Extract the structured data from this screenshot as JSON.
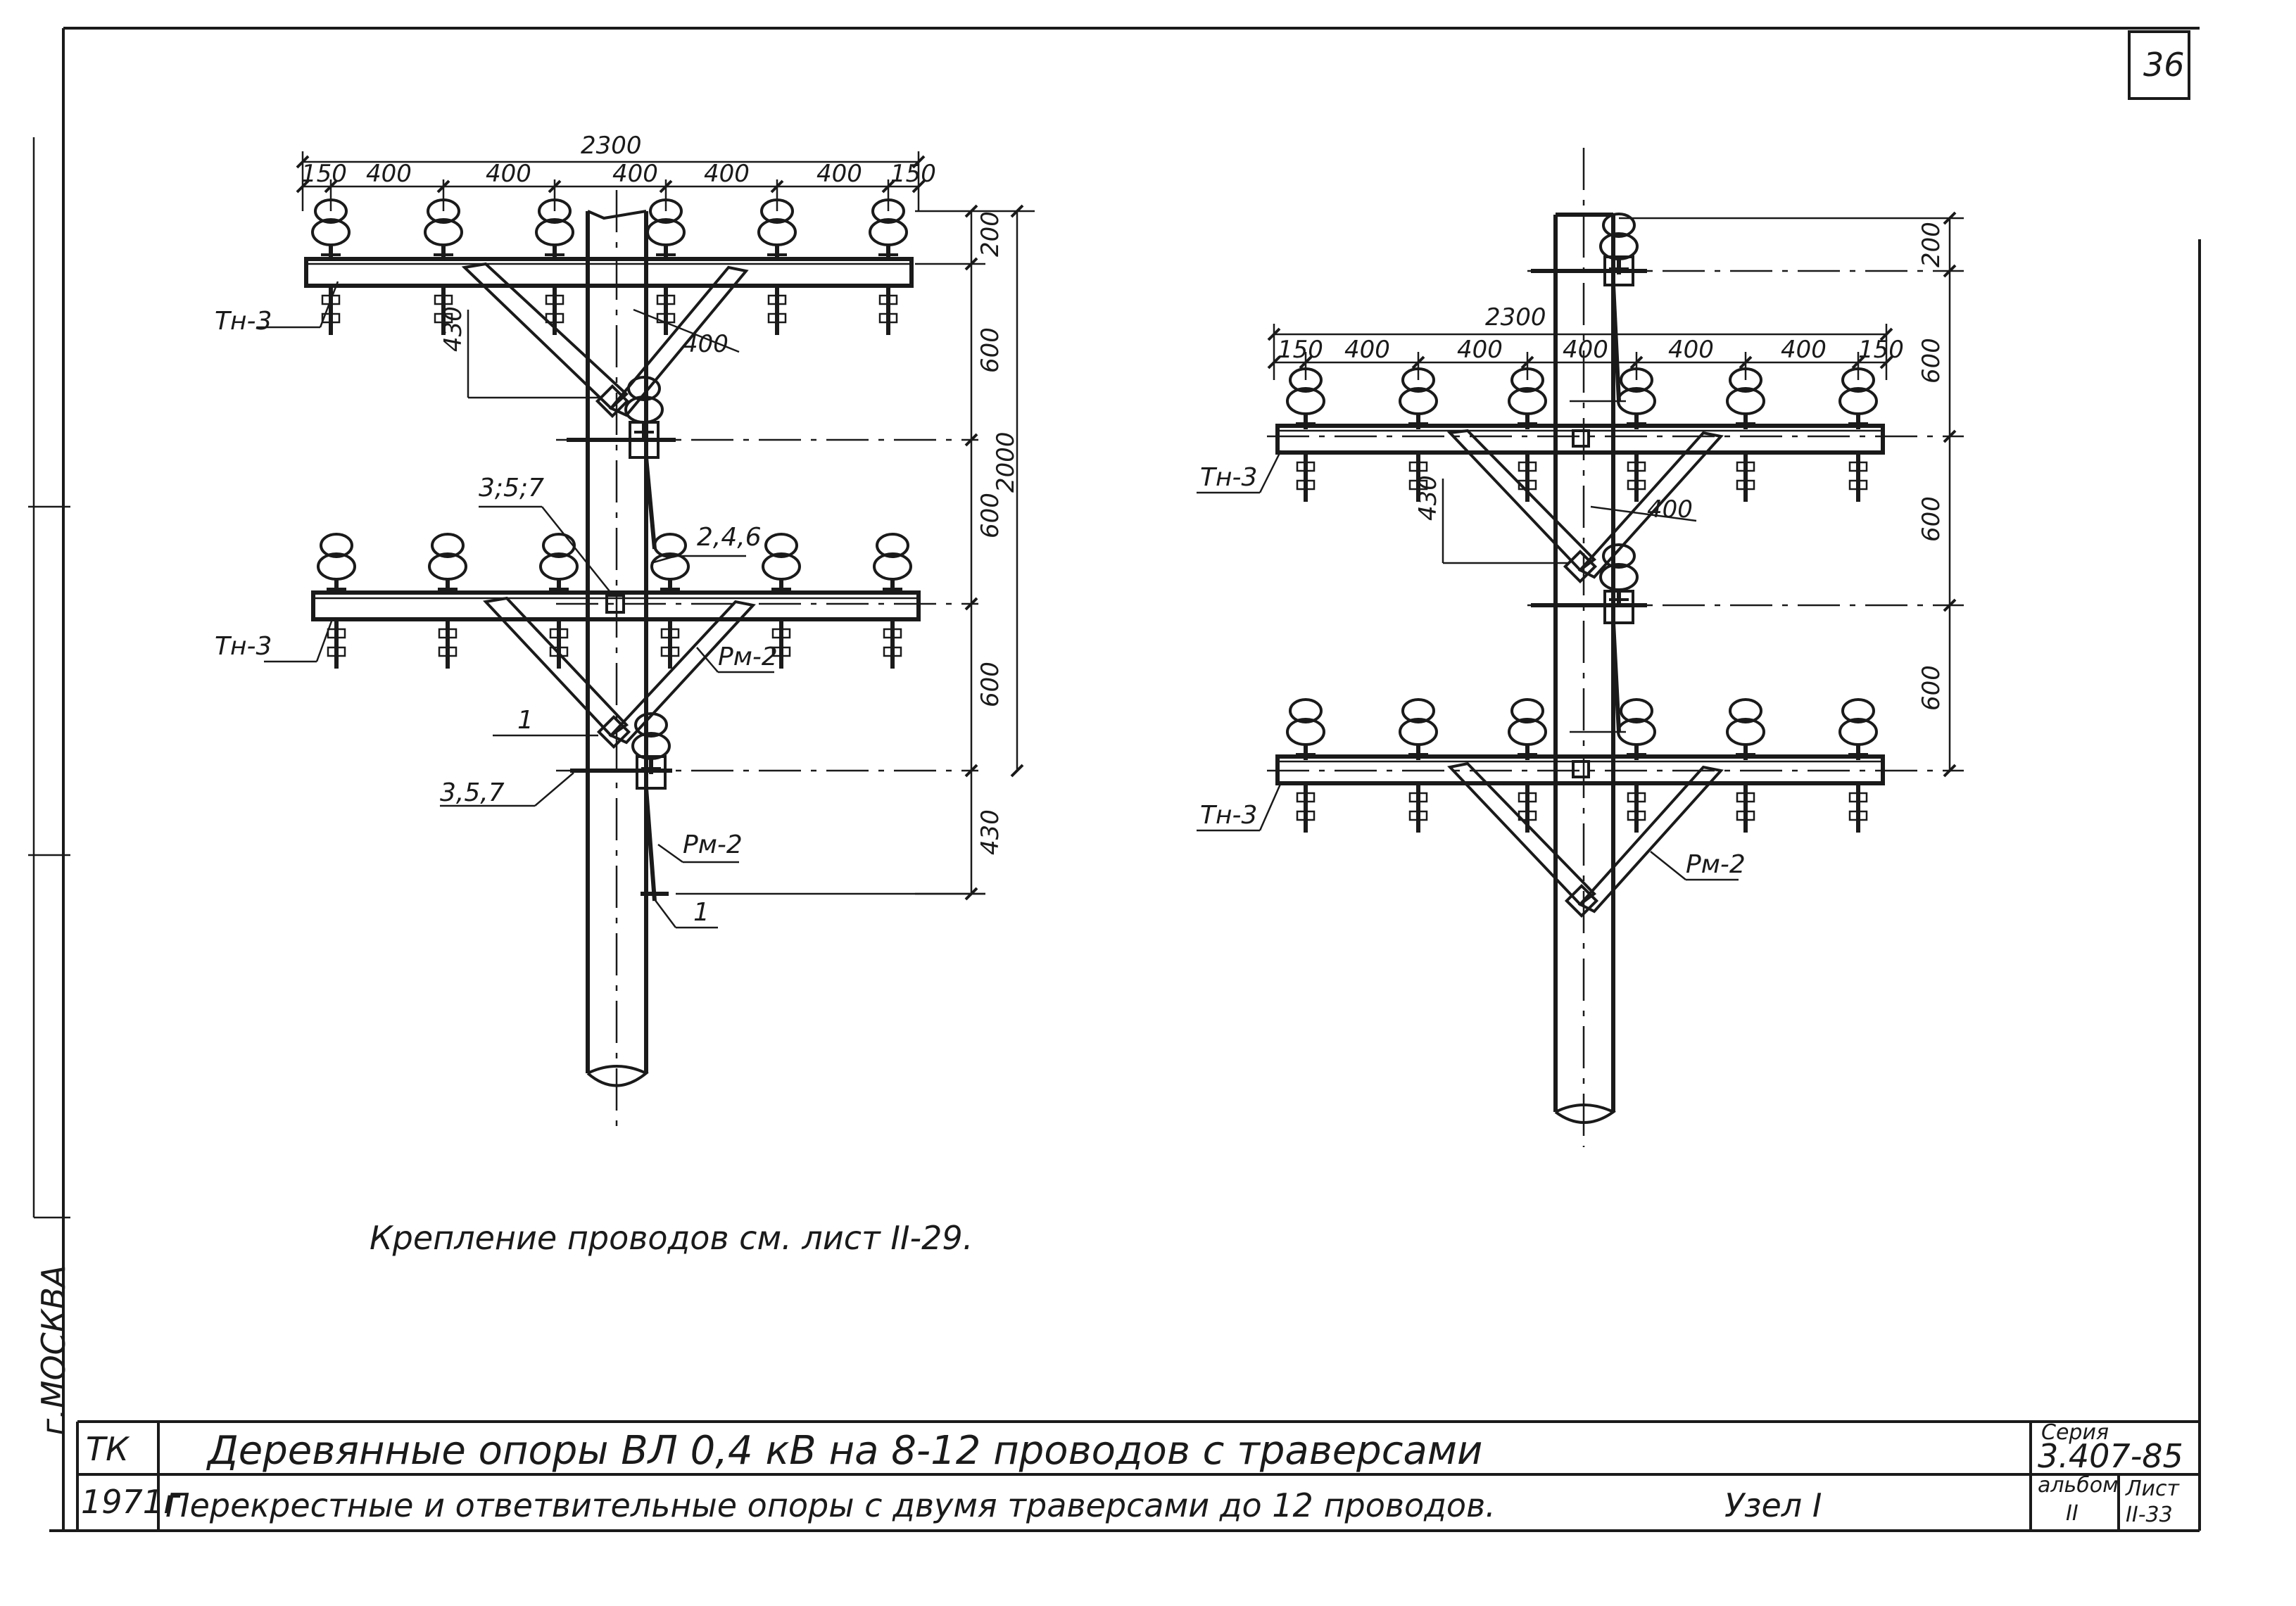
{
  "sheet_number": "36",
  "city_stamp": "г.МОСКВА",
  "note": "Крепление проводов см. лист II-29.",
  "left_support": {
    "overall_width": "2300",
    "spacing": [
      "150",
      "400",
      "400",
      "400",
      "400",
      "400",
      "150"
    ],
    "vertical_dims": [
      "200",
      "600",
      "600",
      "600",
      "430"
    ],
    "total_height": "2000",
    "brace_height": "430",
    "brace_offset": "400",
    "labels": {
      "crossarm_top": "Тн-3",
      "crossarm_mid": "Тн-3",
      "parts_a": "3;5;7",
      "parts_b": "2,4,6",
      "brace_mid": "Рм-2",
      "bolt_low": "1",
      "clamp": "3,5,7",
      "brace_low": "Рм-2",
      "bolt_bottom": "1"
    }
  },
  "right_support": {
    "overall_width": "2300",
    "spacing": [
      "150",
      "400",
      "400",
      "400",
      "400",
      "400",
      "150"
    ],
    "vertical_dims": [
      "200",
      "600",
      "600",
      "600"
    ],
    "brace_height": "430",
    "brace_offset": "400",
    "labels": {
      "crossarm_top": "Тн-3",
      "crossarm_bottom": "Тн-3",
      "brace": "Рм-2"
    }
  },
  "title_block": {
    "org": "ТК",
    "year": "1971г",
    "title": "Деревянные опоры ВЛ 0,4 кВ на 8-12 проводов с траверсами",
    "subtitle": "Перекрестные и ответвительные опоры с двумя траверсами до 12 проводов.",
    "node": "Узел I",
    "series_label": "Серия",
    "series": "3.407-85",
    "album_label": "альбом",
    "album": "II",
    "sheet_label": "Лист",
    "sheet": "II-33"
  }
}
